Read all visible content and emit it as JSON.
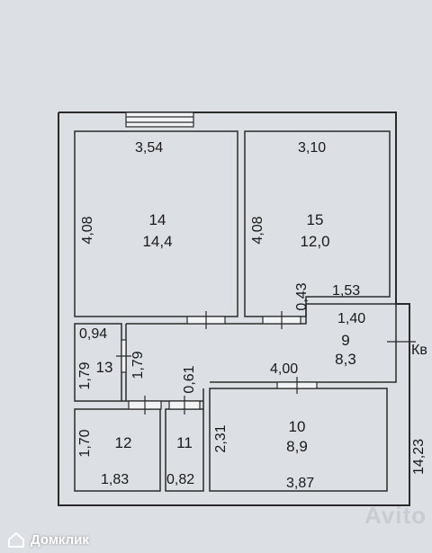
{
  "rooms": [
    {
      "number": "14",
      "area": "14,4"
    },
    {
      "number": "15",
      "area": "12,0"
    },
    {
      "number": "9",
      "area": "8,3"
    },
    {
      "number": "13",
      "area": ""
    },
    {
      "number": "10",
      "area": "8,9"
    },
    {
      "number": "12",
      "area": ""
    },
    {
      "number": "11",
      "area": ""
    }
  ],
  "dimensions": [
    "3,54",
    "3,10",
    "4,08",
    "4,08",
    "0,43",
    "1,53",
    "1,40",
    "0,94",
    "1,79",
    "1,79",
    "0,61",
    "4,00",
    "2,31",
    "1,70",
    "1,83",
    "0,82",
    "3,87",
    "14,23"
  ],
  "side_label": "Кв",
  "watermark": {
    "brand": "Домклик",
    "right_text": "Avito"
  },
  "colors": {
    "background": "#dcdfe3",
    "wall": "#2b2b2b",
    "text": "#1a1a1a"
  }
}
